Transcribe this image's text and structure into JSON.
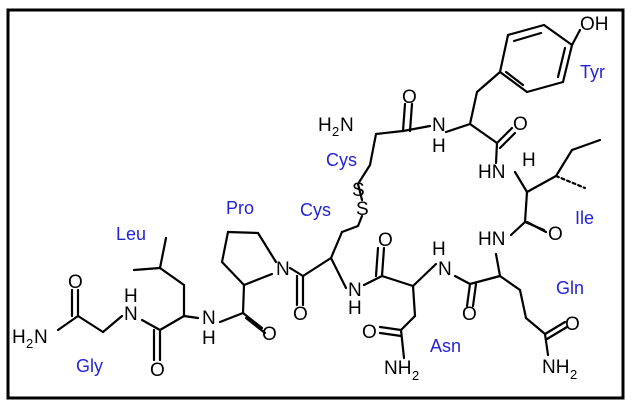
{
  "residues": {
    "tyr": "Tyr",
    "ile": "Ile",
    "gln": "Gln",
    "asn": "Asn",
    "cys_top": "Cys",
    "cys_bottom": "Cys",
    "pro": "Pro",
    "leu": "Leu",
    "gly": "Gly"
  },
  "atoms": {
    "oh": "OH",
    "h2n_top": "H",
    "h2n_top_sub": "2",
    "h2n_top_n": "N",
    "o1": "O",
    "o2": "O",
    "o3": "O",
    "o4": "O",
    "o5": "O",
    "o6": "O",
    "o7": "O",
    "o8": "O",
    "o9": "O",
    "o10": "O",
    "o11": "O",
    "n_cys_tyr": "N",
    "h_cys_tyr": "H",
    "hn_tyr_ile": "HN",
    "h_ile": "H",
    "hn_ile_gln": "HN",
    "n_gln_asn": "N",
    "h_gln_asn": "H",
    "n_asn_cys": "N",
    "h_asn_cys": "H",
    "n_pro": "N",
    "n_leu_pro": "N",
    "h_leu_pro": "H",
    "n_gly_leu": "N",
    "h_gly_leu": "H",
    "s1": "S",
    "s2": "S",
    "gly_nh2_h": "H",
    "gly_nh2_sub": "2",
    "gly_nh2_n": "N",
    "asn_nh2_n": "NH",
    "asn_nh2_sub": "2",
    "gln_nh2_n": "NH",
    "gln_nh2_sub": "2"
  },
  "colors": {
    "frame": "#000000",
    "residue_label": "#2323d6",
    "bond": "#000000"
  }
}
